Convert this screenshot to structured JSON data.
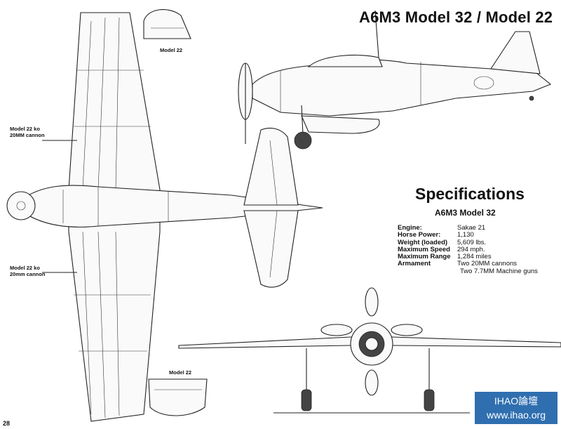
{
  "title": "A6M3 Model 32 / Model 22",
  "specifications": {
    "heading": "Specifications",
    "model": "A6M3 Model 32",
    "rows": [
      {
        "label": "Engine:",
        "value": "Sakae 21"
      },
      {
        "label": "Horse Power:",
        "value": "1,130"
      },
      {
        "label": "Weight (loaded)",
        "value": "5,609 lbs."
      },
      {
        "label": "Maximum Speed",
        "value": "294 mph."
      },
      {
        "label": "Maximum Range",
        "value": "1,284 miles"
      },
      {
        "label": "Armament",
        "value": "Two 20MM cannons"
      }
    ],
    "armament_extra": "Two 7.7MM Machine guns"
  },
  "callouts": {
    "model22_top": "Model 22",
    "model22_ko_upper": [
      "Model 22 ko",
      "20MM cannon"
    ],
    "model22_ko_lower": [
      "Model 22 ko",
      "20mm cannon"
    ],
    "model22_bottom": "Model 22"
  },
  "page_number": "28",
  "watermark": {
    "line1": "IHAO論壇",
    "line2": "www.ihao.org"
  }
}
